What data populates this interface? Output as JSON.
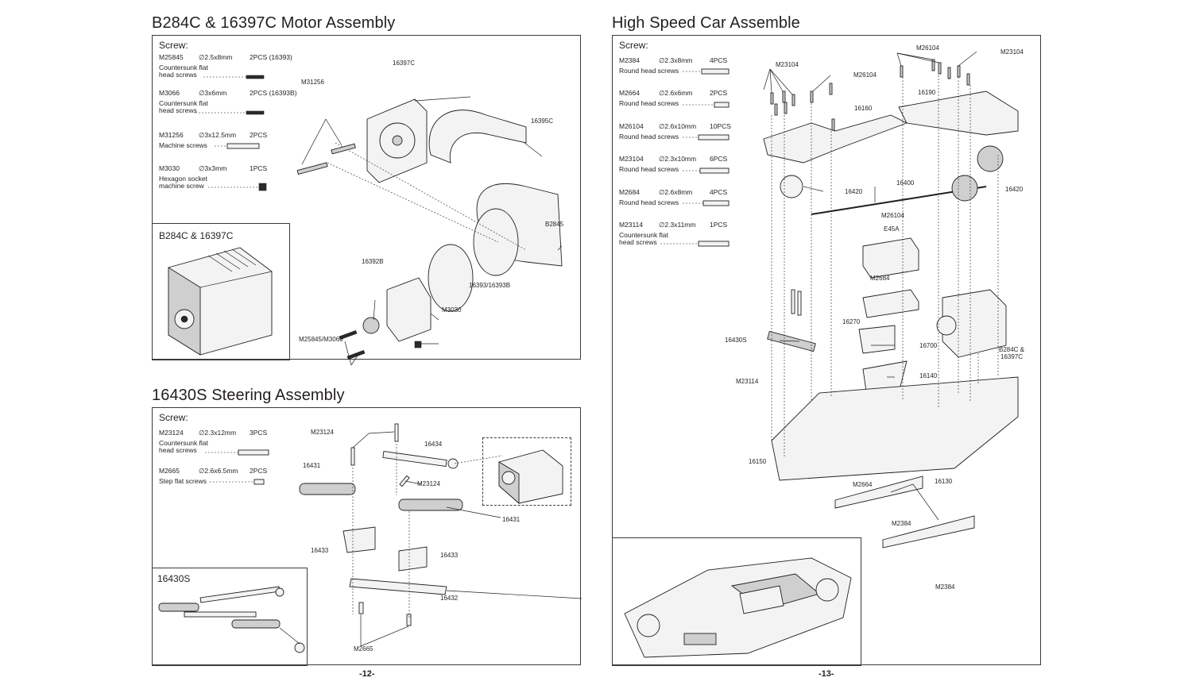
{
  "left_page": {
    "motor_section": {
      "title": "B284C & 16397C Motor Assembly",
      "screw_heading": "Screw:",
      "screws": [
        {
          "code": "M25845",
          "size": "∅2.5x8mm",
          "qty": "2PCS (16393)",
          "type": "Countersunk flat head screws"
        },
        {
          "code": "M3066",
          "size": "∅3x6mm",
          "qty": "2PCS (16393B)",
          "type": "Countersunk flat head screws"
        },
        {
          "code": "M31256",
          "size": "∅3x12.5mm",
          "qty": "2PCS",
          "type": "Machine screws"
        },
        {
          "code": "M3030",
          "size": "∅3x3mm",
          "qty": "1PCS",
          "type": "Hexagon socket machine screw"
        }
      ],
      "inset_title": "B284C & 16397C",
      "part_labels": [
        "16397C",
        "M31256",
        "16395C",
        "B2845",
        "16392B",
        "16393/16393B",
        "M3030",
        "M25845/M3066"
      ]
    },
    "steering_section": {
      "title": "16430S Steering Assembly",
      "screw_heading": "Screw:",
      "screws": [
        {
          "code": "M23124",
          "size": "∅2.3x12mm",
          "qty": "3PCS",
          "type": "Countersunk flat head screws"
        },
        {
          "code": "M2665",
          "size": "∅2.6x6.5mm",
          "qty": "2PCS",
          "type": "Step flat screws"
        }
      ],
      "inset_title": "16430S",
      "part_labels": [
        "M23124",
        "16434",
        "16431",
        "M23124",
        "16431",
        "16433",
        "16433",
        "16432",
        "M2665"
      ]
    },
    "page_number": "-12-"
  },
  "right_page": {
    "title": "High Speed Car Assemble",
    "screw_heading": "Screw:",
    "screws": [
      {
        "code": "M2384",
        "size": "∅2.3x8mm",
        "qty": "4PCS",
        "type": "Round head screws"
      },
      {
        "code": "M2664",
        "size": "∅2.6x6mm",
        "qty": "2PCS",
        "type": "Round head screws"
      },
      {
        "code": "M26104",
        "size": "∅2.6x10mm",
        "qty": "10PCS",
        "type": "Round head screws"
      },
      {
        "code": "M23104",
        "size": "∅2.3x10mm",
        "qty": "6PCS",
        "type": "Round head screws"
      },
      {
        "code": "M2684",
        "size": "∅2.6x8mm",
        "qty": "4PCS",
        "type": "Round head screws"
      },
      {
        "code": "M23114",
        "size": "∅2.3x11mm",
        "qty": "1PCS",
        "type": "Countersunk flat head screws"
      }
    ],
    "part_labels": {
      "m23104_a": "M23104",
      "m26104_a": "M26104",
      "m26104_b": "M26104",
      "m23104_b": "M23104",
      "p16160": "16160",
      "p16190": "16190",
      "p16420_a": "16420",
      "p16400": "16400",
      "p16420_b": "16420",
      "m26104_c": "M26104",
      "e45a": "E45A",
      "m2684": "M2684",
      "p16270": "16270",
      "p16430s": "16430S",
      "p16700": "16700",
      "b284c": "B284C &",
      "b284c2": "16397C",
      "m23114": "M23114",
      "p16140": "16140",
      "p16150": "16150",
      "m2664": "M2664",
      "p16130": "16130",
      "m2384_a": "M2384",
      "m2384_b": "M2384"
    },
    "page_number": "-13-"
  }
}
